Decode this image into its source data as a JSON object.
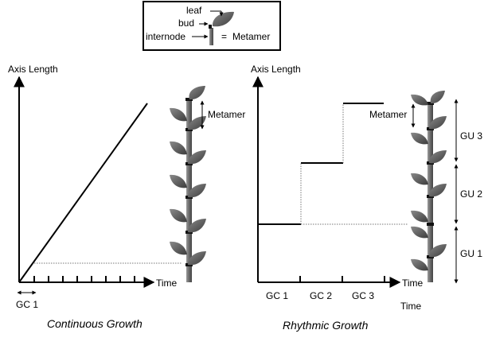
{
  "legend": {
    "leaf": "leaf",
    "bud": "bud",
    "internode": "internode",
    "equals": "=",
    "metamer": "Metamer"
  },
  "left_panel": {
    "y_axis_label": "Axis Length",
    "x_axis_label": "Time",
    "gc_label": "GC 1",
    "metamer_label": "Metamer",
    "caption": "Continuous Growth"
  },
  "right_panel": {
    "y_axis_label": "Axis Length",
    "x_axis_label": "Time",
    "x_axis_label_below": "Time",
    "gc_labels": [
      "GC 1",
      "GC 2",
      "GC 3"
    ],
    "metamer_label": "Metamer",
    "gu_labels": [
      "GU 3",
      "GU 2",
      "GU 1"
    ],
    "caption": "Rhythmic Growth"
  },
  "colors": {
    "leaf": "#555555",
    "stem": "#777777",
    "bud": "#111111",
    "line": "#000000"
  }
}
